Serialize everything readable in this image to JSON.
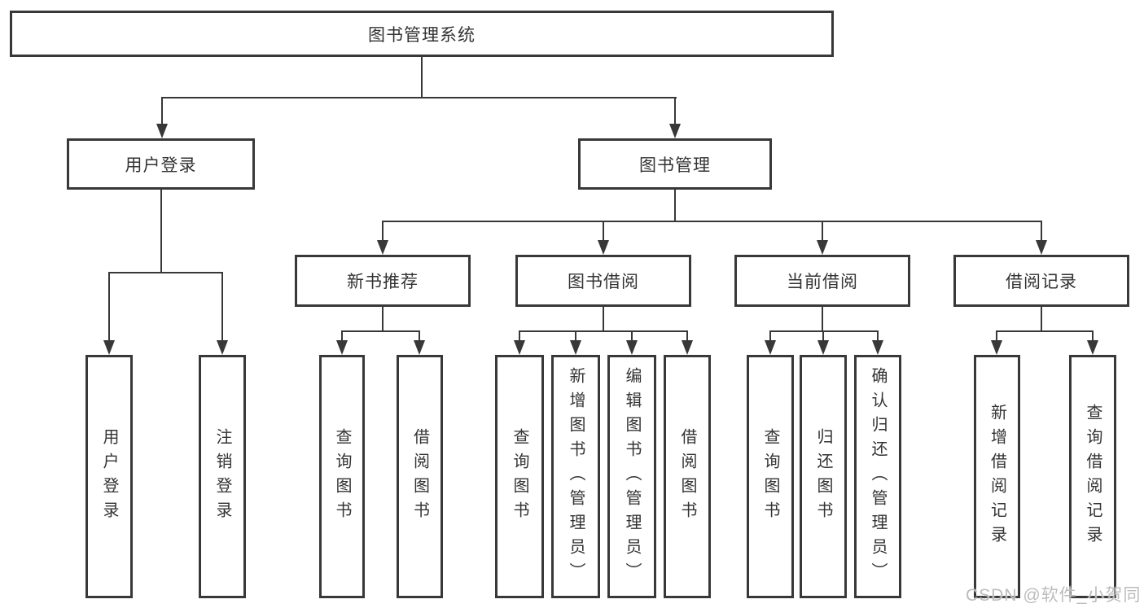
{
  "colors": {
    "line": "#383838",
    "box_border": "#383838",
    "text": "#333333",
    "background": "#ffffff",
    "watermark": "#bcbcbc"
  },
  "watermark": "CSDN @软件_小贺同学",
  "tree": {
    "root": "图书管理系统",
    "branches": [
      {
        "label": "用户登录",
        "children": [
          "用户登录",
          "注销登录"
        ]
      },
      {
        "label": "图书管理",
        "groups": [
          {
            "label": "新书推荐",
            "children": [
              "查询图书",
              "借阅图书"
            ]
          },
          {
            "label": "图书借阅",
            "children": [
              "查询图书",
              "新增图书（管理员）",
              "编辑图书（管理员）",
              "借阅图书"
            ]
          },
          {
            "label": "当前借阅",
            "children": [
              "查询图书",
              "归还图书",
              "确认归还（管理员）"
            ]
          },
          {
            "label": "借阅记录",
            "children": [
              "新增借阅记录",
              "查询借阅记录"
            ]
          }
        ]
      }
    ]
  }
}
